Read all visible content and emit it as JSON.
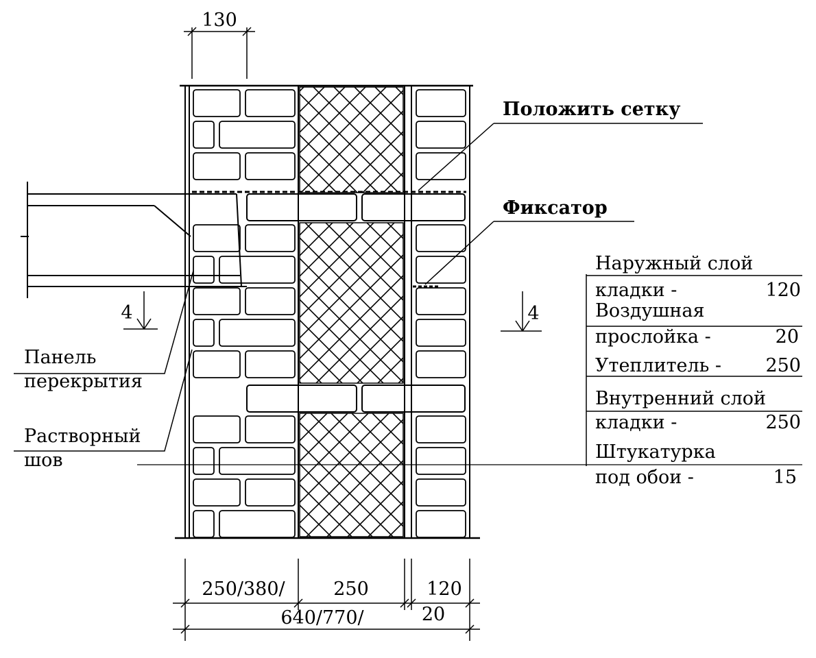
{
  "dimensions": {
    "top_brick": "130",
    "inner_layer": "250/380/",
    "insulation": "250",
    "outer_layer": "120",
    "total": "640/770/",
    "air_gap": "20"
  },
  "callouts": {
    "mesh": "Положить сетку",
    "fixator": "Фиксатор",
    "panel_line1": "Панель",
    "panel_line2": "перекрытия",
    "joint_line1": "Растворный",
    "joint_line2": "шов"
  },
  "section_marks": {
    "left": "4",
    "right": "4"
  },
  "layers": [
    {
      "line1": "Наружный слой",
      "line2": "кладки -",
      "value": "120"
    },
    {
      "line1": "Воздушная",
      "line2": "прослойка -",
      "value": "20"
    },
    {
      "line1": "",
      "line2": "Утеплитель -",
      "value": "250"
    },
    {
      "line1": "Внутренний слой",
      "line2": "кладки -",
      "value": "250"
    },
    {
      "line1": "Штукатурка",
      "line2": "под обои -",
      "value": "15"
    }
  ]
}
